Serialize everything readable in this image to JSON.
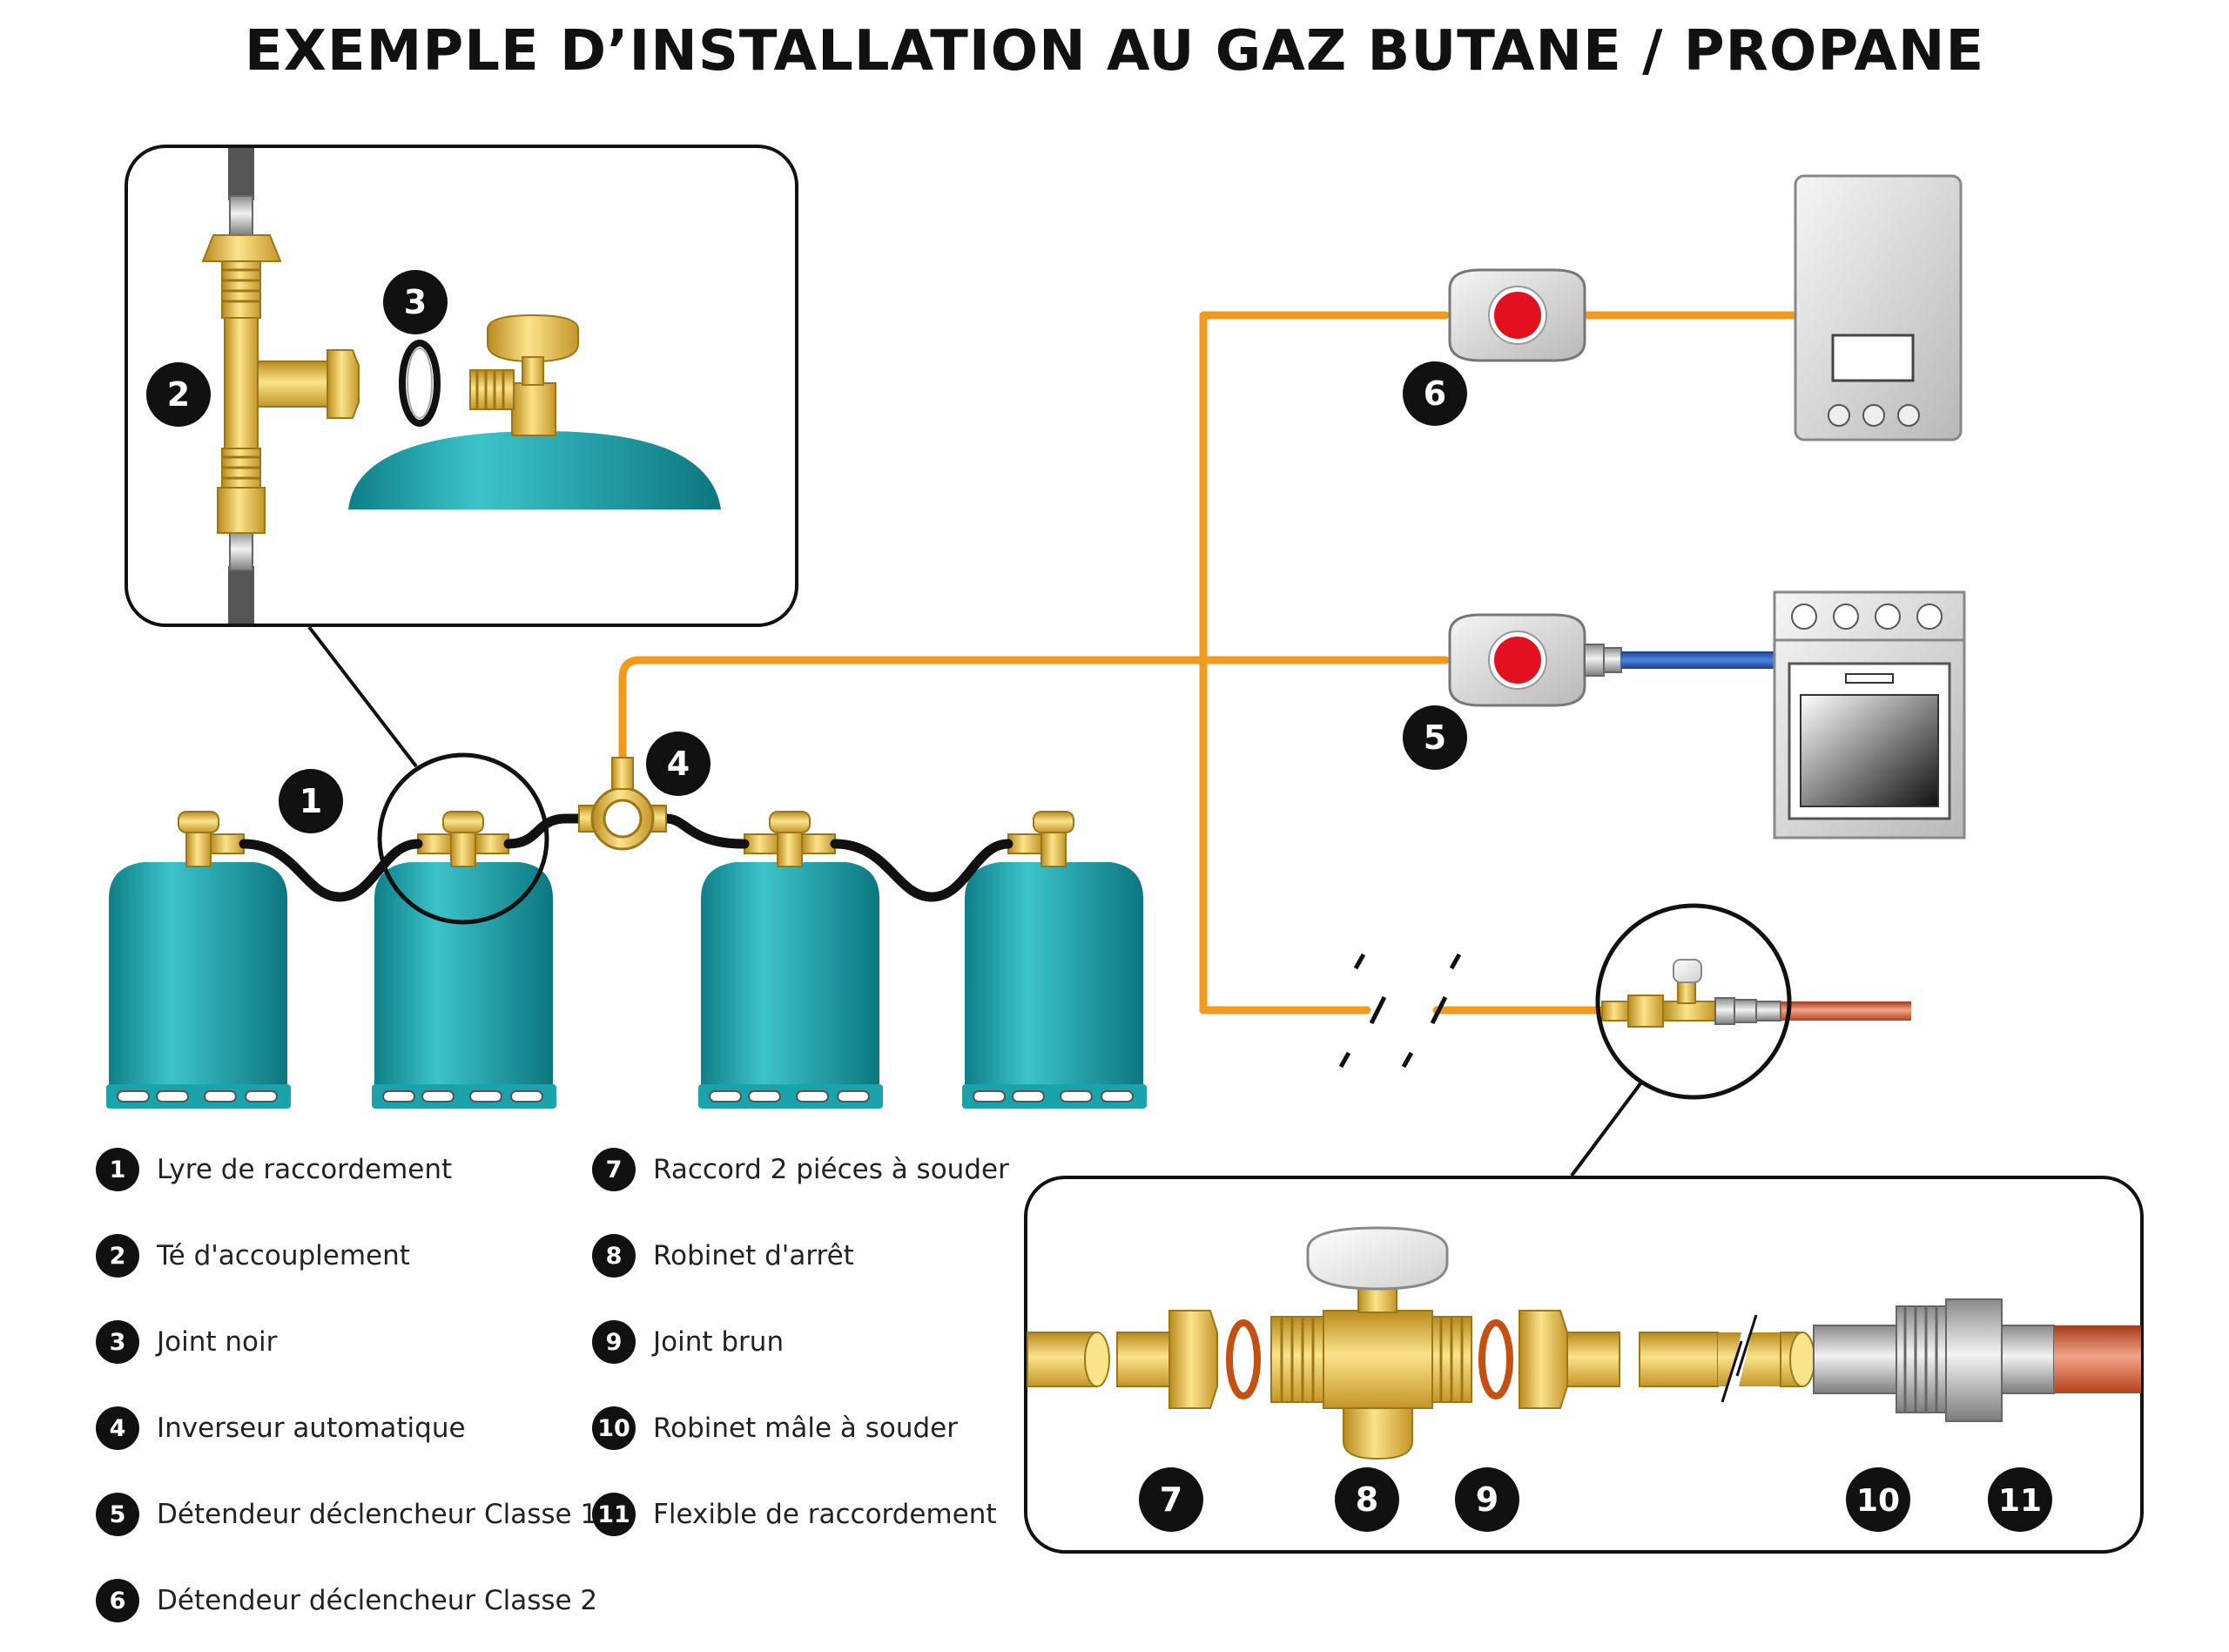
{
  "title": "EXEMPLE D’INSTALLATION AU GAZ BUTANE / PROPANE",
  "colors": {
    "pipe_orange": "#f29a1e",
    "bottle_teal": "#1aa3ab",
    "brass": "#e8c04a",
    "valve_red": "#e3101f",
    "hose_blue": "#2b5fb8",
    "copper": "#d4562a",
    "callout_black": "#111111"
  },
  "callouts": {
    "c1": "1",
    "c2": "2",
    "c3": "3",
    "c4": "4",
    "c5": "5",
    "c6": "6",
    "c7": "7",
    "c8": "8",
    "c9": "9",
    "c10": "10",
    "c11": "11"
  },
  "legend": [
    {
      "num": "1",
      "label": "Lyre de raccordement"
    },
    {
      "num": "2",
      "label": "Té d'accouplement"
    },
    {
      "num": "3",
      "label": "Joint noir"
    },
    {
      "num": "4",
      "label": "Inverseur automatique"
    },
    {
      "num": "5",
      "label": "Détendeur déclencheur Classe 1"
    },
    {
      "num": "6",
      "label": "Détendeur déclencheur Classe 2"
    },
    {
      "num": "7",
      "label": "Raccord 2 piéces à souder"
    },
    {
      "num": "8",
      "label": "Robinet d'arrêt"
    },
    {
      "num": "9",
      "label": "Joint brun"
    },
    {
      "num": "10",
      "label": "Robinet mâle à souder"
    },
    {
      "num": "11",
      "label": "Flexible de raccordement"
    }
  ],
  "icons": [
    "gas-bottle-icon",
    "water-heater-icon",
    "oven-icon",
    "regulator-icon",
    "shut-off-valve-icon"
  ]
}
